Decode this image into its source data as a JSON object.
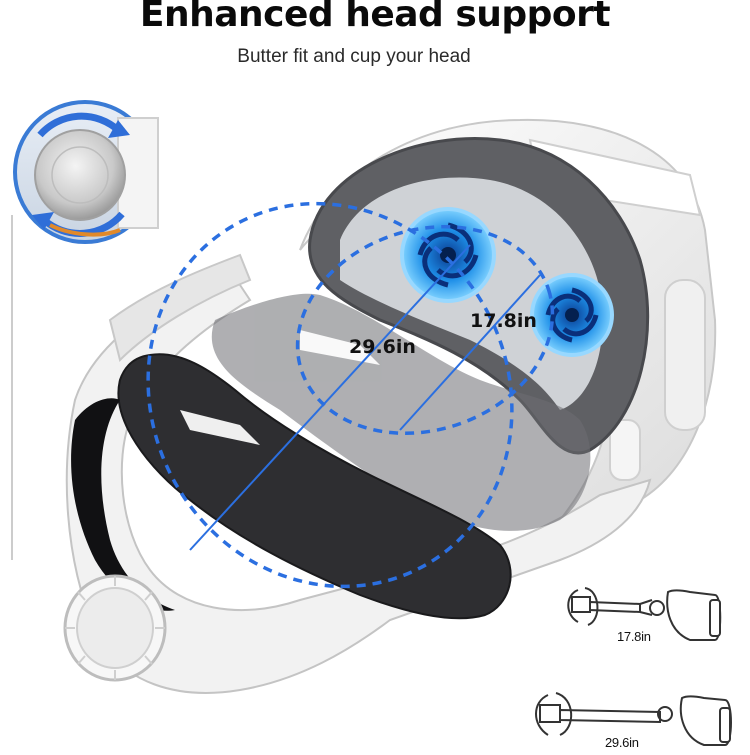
{
  "header": {
    "title": "Enhanced head support",
    "subtitle": "Butter fit and cup your head"
  },
  "measurements": {
    "main_diameter": "29.6in",
    "inner_diameter": "17.8in",
    "compact_length": "17.8in",
    "extended_length": "29.6in"
  },
  "colors": {
    "accent_blue": "#2b6fe0",
    "fan_blue": "#1aa3f0",
    "strap_dark": "#2c2c2e",
    "strap_grey": "#6f6f73",
    "shell_white": "#f4f4f4"
  },
  "icons": [
    "adjustment-knob-icon",
    "rotation-arrows-icon",
    "cooling-fan-icon"
  ]
}
